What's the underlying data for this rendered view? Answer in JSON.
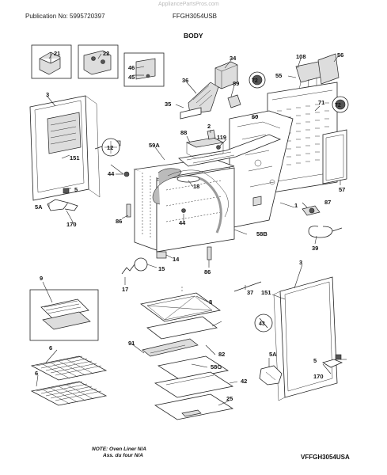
{
  "header": {
    "watermark": "AppliancePartsPros.com",
    "publication": "Publication No: 5995720397",
    "model": "FFGH3054USB",
    "section": "BODY"
  },
  "footer": {
    "note_line1": "NOTE: Oven Liner N/A",
    "note_line2": "Ass. du four N/A",
    "diagram_code": "VFFGH3054USA"
  },
  "part_labels": {
    "p21": "21",
    "p22": "22",
    "p46": "46",
    "p45": "45",
    "p34": "34",
    "p108": "108",
    "p56": "56",
    "p3a": "3",
    "p36": "36",
    "p89": "89",
    "p72a": "72",
    "p55": "55",
    "p71": "71",
    "p72b": "72",
    "p35": "35",
    "p2": "2",
    "p60": "60",
    "p88": "88",
    "p119": "119",
    "p12": "12",
    "p59A": "59A",
    "p151a": "151",
    "p44a": "44",
    "p5a": "5",
    "p18": "18",
    "p57": "57",
    "p5Aa": "5A",
    "p170a": "170",
    "p86a": "86",
    "p44b": "44",
    "p1": "1",
    "p87": "87",
    "p58B": "58B",
    "p39": "39",
    "p14": "14",
    "p15": "15",
    "p86b": "86",
    "p17": "17",
    "p9": "9",
    "p3b": "3",
    "p37": "37",
    "p151b": "151",
    "p8": "8",
    "p43": "43",
    "p91": "91",
    "p82": "82",
    "p6a": "6",
    "p58G": "58G",
    "p5Ab": "5A",
    "p5b": "5",
    "p6b": "6",
    "p42": "42",
    "p170b": "170",
    "p25": "25"
  }
}
